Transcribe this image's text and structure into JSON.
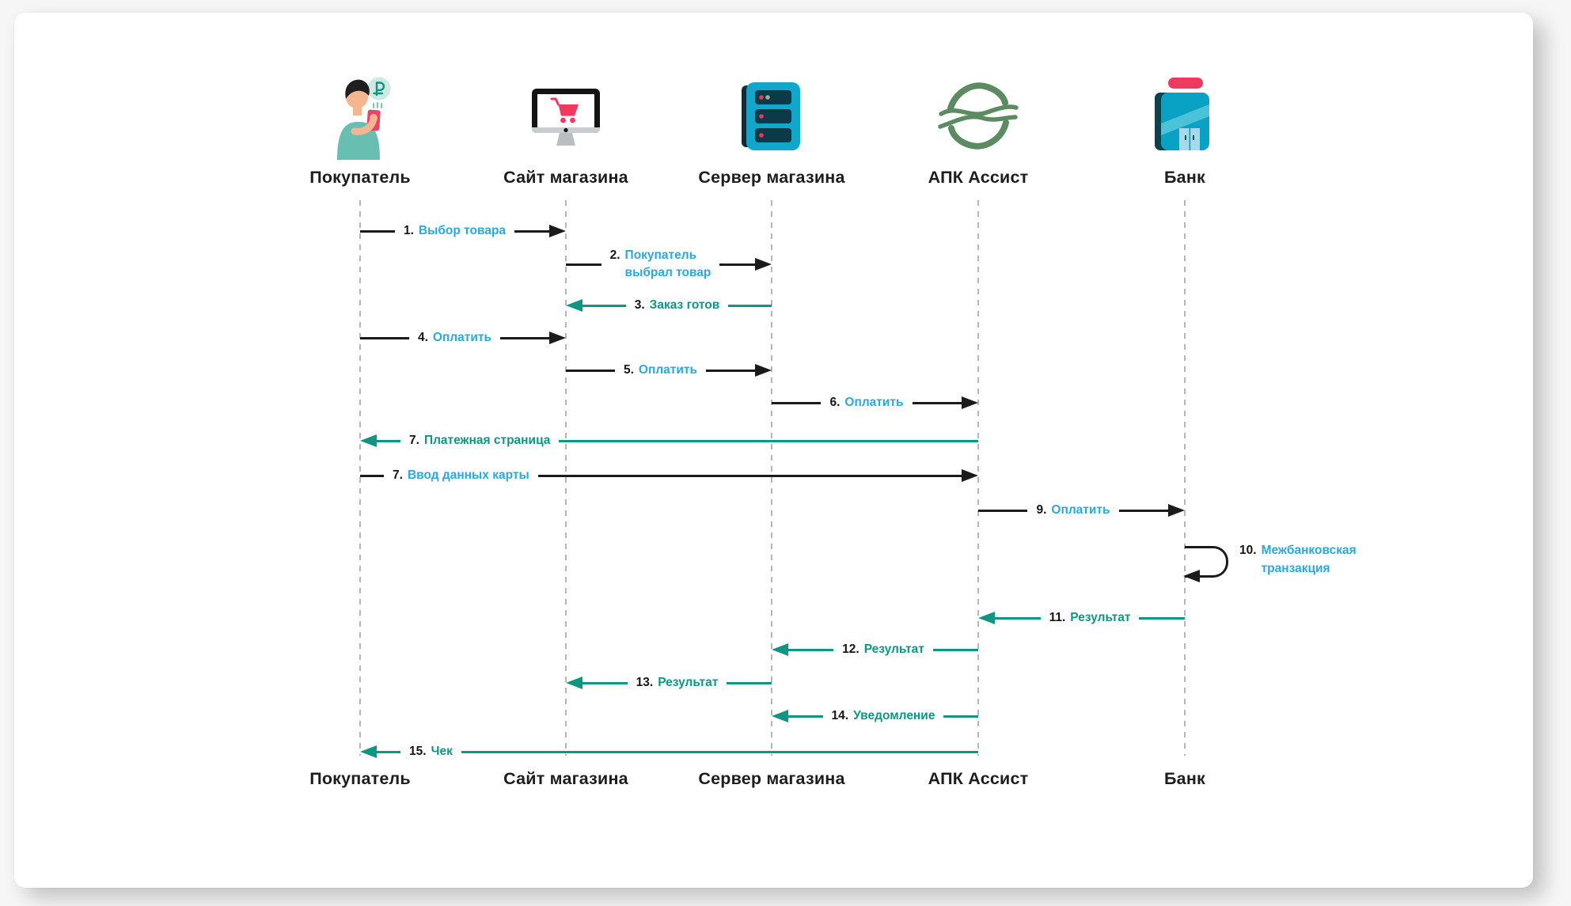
{
  "diagram_title": "",
  "palette": {
    "request_arrow": "#1b1b1b",
    "response_arrow": "#0f9682",
    "request_label_text": "#29a9dc",
    "response_label_text": "#0f9682",
    "number_text": "#151515",
    "lifeline": "#b6b6b6",
    "card_background": "#ffffff",
    "accent_red": "#ee3a5f",
    "accent_teal_blue": "#0aa2c4",
    "logo_green": "#5d8b61"
  },
  "actors": [
    {
      "id": "buyer",
      "name": "Покупатель",
      "icon": "buyer-icon"
    },
    {
      "id": "shop-site",
      "name": "Сайт магазина",
      "icon": "shop-site-monitor-icon"
    },
    {
      "id": "shop-server",
      "name": "Сервер магазина",
      "icon": "shop-server-icon"
    },
    {
      "id": "assist",
      "name": "АПК Ассист",
      "icon": "assist-logo-icon"
    },
    {
      "id": "bank",
      "name": "Банк",
      "icon": "bank-icon"
    }
  ],
  "messages": [
    {
      "num": "1.",
      "text": "Выбор товара",
      "from": "buyer",
      "to": "shop-site",
      "kind": "request"
    },
    {
      "num": "2.",
      "text": "Покупатель\nвыбрал товар",
      "from": "shop-site",
      "to": "shop-server",
      "kind": "request"
    },
    {
      "num": "3.",
      "text": "Заказ готов",
      "from": "shop-server",
      "to": "shop-site",
      "kind": "response"
    },
    {
      "num": "4.",
      "text": "Оплатить",
      "from": "buyer",
      "to": "shop-site",
      "kind": "request"
    },
    {
      "num": "5.",
      "text": "Оплатить",
      "from": "shop-site",
      "to": "shop-server",
      "kind": "request"
    },
    {
      "num": "6.",
      "text": "Оплатить",
      "from": "shop-server",
      "to": "assist",
      "kind": "request"
    },
    {
      "num": "7.",
      "text": "Платежная страница",
      "from": "assist",
      "to": "buyer",
      "kind": "response"
    },
    {
      "num": "7.",
      "text": "Ввод данных карты",
      "from": "buyer",
      "to": "assist",
      "kind": "request"
    },
    {
      "num": "9.",
      "text": "Оплатить",
      "from": "assist",
      "to": "bank",
      "kind": "request"
    },
    {
      "num": "10.",
      "text": "Межбанковская\nтранзакция",
      "from": "bank",
      "to": "bank",
      "kind": "request",
      "self": true
    },
    {
      "num": "11.",
      "text": "Результат",
      "from": "bank",
      "to": "assist",
      "kind": "response"
    },
    {
      "num": "12.",
      "text": "Результат",
      "from": "assist",
      "to": "shop-server",
      "kind": "response"
    },
    {
      "num": "13.",
      "text": "Результат",
      "from": "shop-server",
      "to": "shop-site",
      "kind": "response"
    },
    {
      "num": "14.",
      "text": "Уведомление",
      "from": "assist",
      "to": "shop-server",
      "kind": "response"
    },
    {
      "num": "15.",
      "text": "Чек",
      "from": "assist",
      "to": "buyer",
      "kind": "response"
    }
  ]
}
